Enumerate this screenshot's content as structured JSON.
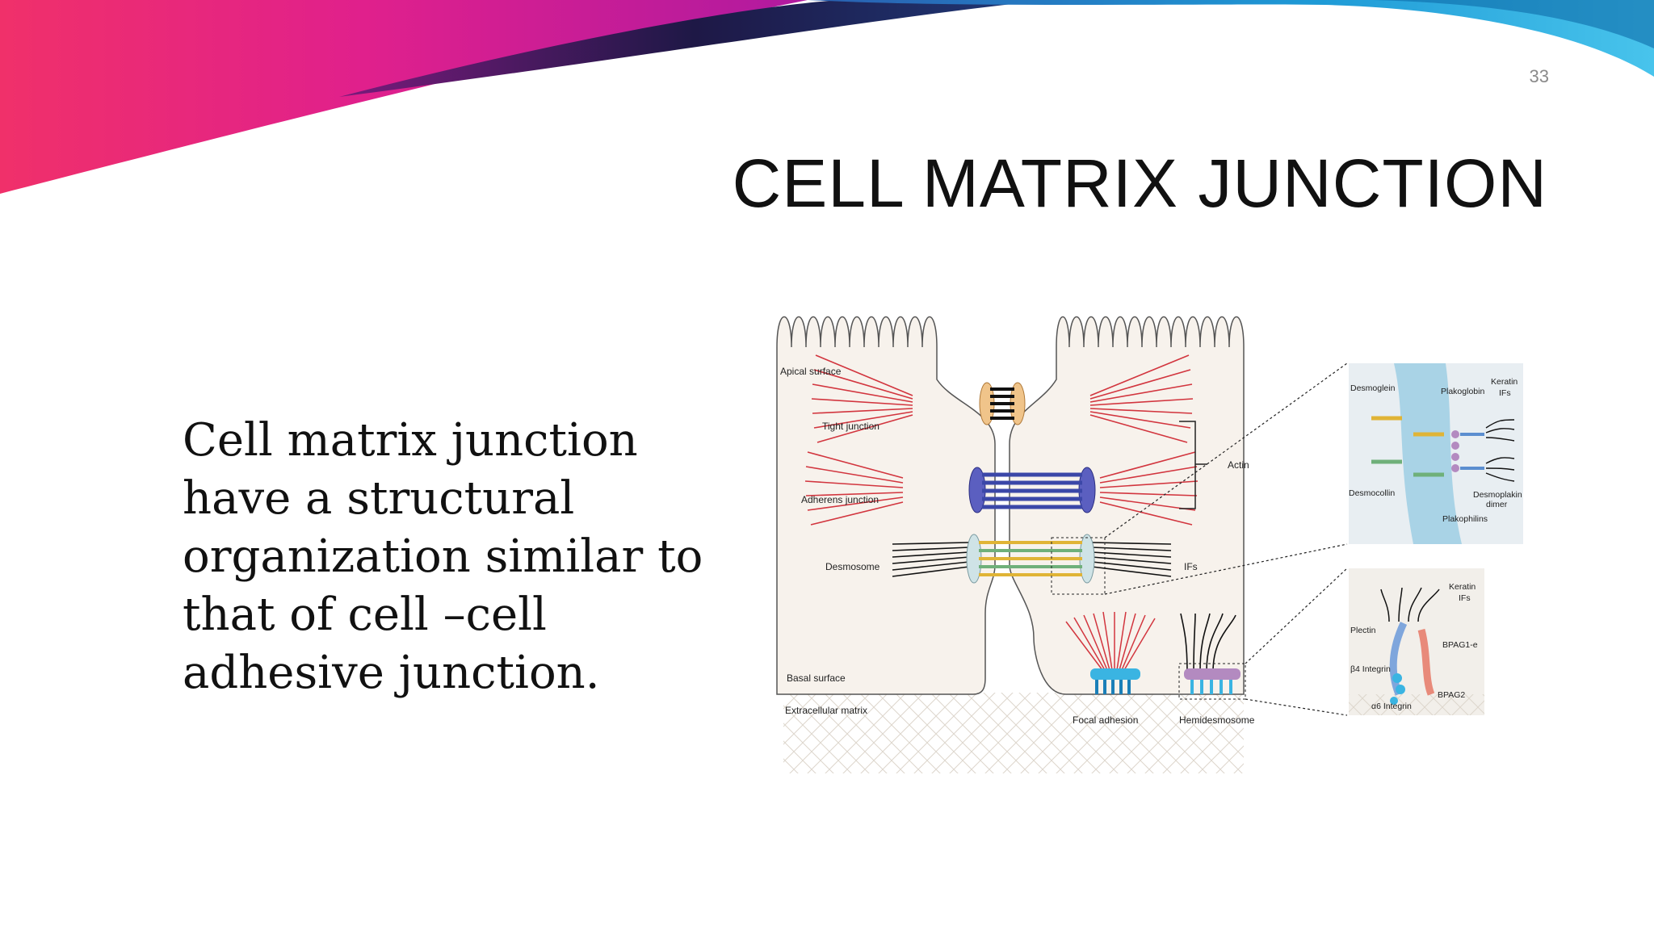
{
  "slide": {
    "page_number": "33",
    "title": "CELL MATRIX JUNCTION",
    "body_text": "Cell matrix junction have a structural organization similar to that of cell –cell adhesive junction."
  },
  "figure": {
    "labels": {
      "apical_surface": "Apical surface",
      "tight_junction": "Tight junction",
      "adherens_junction": "Adherens junction",
      "desmosome": "Desmosome",
      "basal_surface": "Basal surface",
      "extracellular_matrix": "Extracellular matrix",
      "focal_adhesion": "Focal adhesion",
      "hemidesmosome": "Hemidesmosome",
      "actin": "Actin",
      "ifs": "IFs"
    },
    "inset_desmosome": {
      "desmoglein": "Desmoglein",
      "plakoglobin": "Plakoglobin",
      "keratin": "Keratin",
      "ifs": "IFs",
      "desmocollin": "Desmocollin",
      "desmoplakin": "Desmoplakin",
      "dimer": "dimer",
      "plakophilins": "Plakophilins"
    },
    "inset_hemidesmosome": {
      "keratin": "Keratin",
      "ifs": "IFs",
      "plectin": "Plectin",
      "bpag1": "BPAG1-e",
      "beta4_integrin": "β4 Integrin",
      "alpha6_integrin": "α6 Integrin",
      "bpag2": "BPAG2"
    }
  },
  "colors": {
    "swoosh_magenta": "#e0207e",
    "swoosh_purple": "#3a1f7a",
    "swoosh_blue": "#1ea0d8",
    "cell_fill": "#f7f2ec",
    "actin_red": "#d2353e",
    "cadherin_blue": "#3b47a8",
    "desmosome_yellow": "#e0b436",
    "desmosome_green": "#6fb07a",
    "integrin_cyan": "#3ab4e2"
  }
}
